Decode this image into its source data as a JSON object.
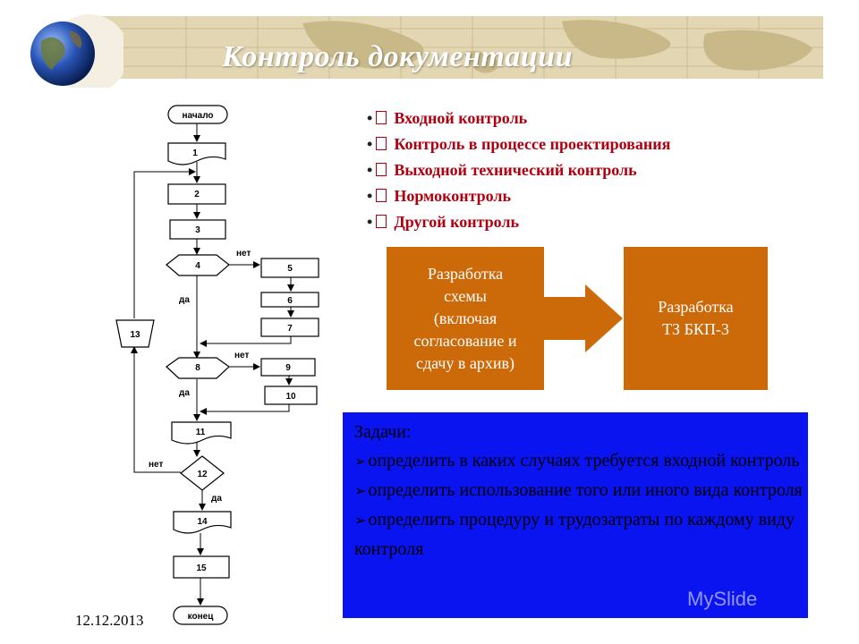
{
  "slide": {
    "title": "Контроль документации",
    "date": "12.12.2013",
    "watermark": "MySlide"
  },
  "colors": {
    "header_band": "#e3d7b3",
    "bullet_text": "#b00010",
    "orange_box": "#cc6a0a",
    "tasks_box": "#0a14f0"
  },
  "bullets": [
    "Входной контроль",
    "Контроль в процессе проектирования",
    "Выходной технический контроль",
    "Нормоконтроль",
    "Другой контроль"
  ],
  "process": {
    "step1": [
      "Разработка",
      "схемы",
      "(включая",
      "согласование и",
      "сдачу в архив)"
    ],
    "step2": [
      "Разработка",
      "ТЗ БКП-3"
    ]
  },
  "tasks": {
    "heading": "Задачи:",
    "items": [
      "определить в каких случаях требуется входной контроль",
      "определить использование того или иного вида контроля",
      "определить процедуру и трудозатраты по каждому виду контроля"
    ]
  },
  "flowchart": {
    "start": "начало",
    "end": "конец",
    "yes": "да",
    "no": "нет",
    "nodes": [
      "1",
      "2",
      "3",
      "4",
      "5",
      "6",
      "7",
      "8",
      "9",
      "10",
      "11",
      "12",
      "13",
      "14",
      "15"
    ]
  }
}
